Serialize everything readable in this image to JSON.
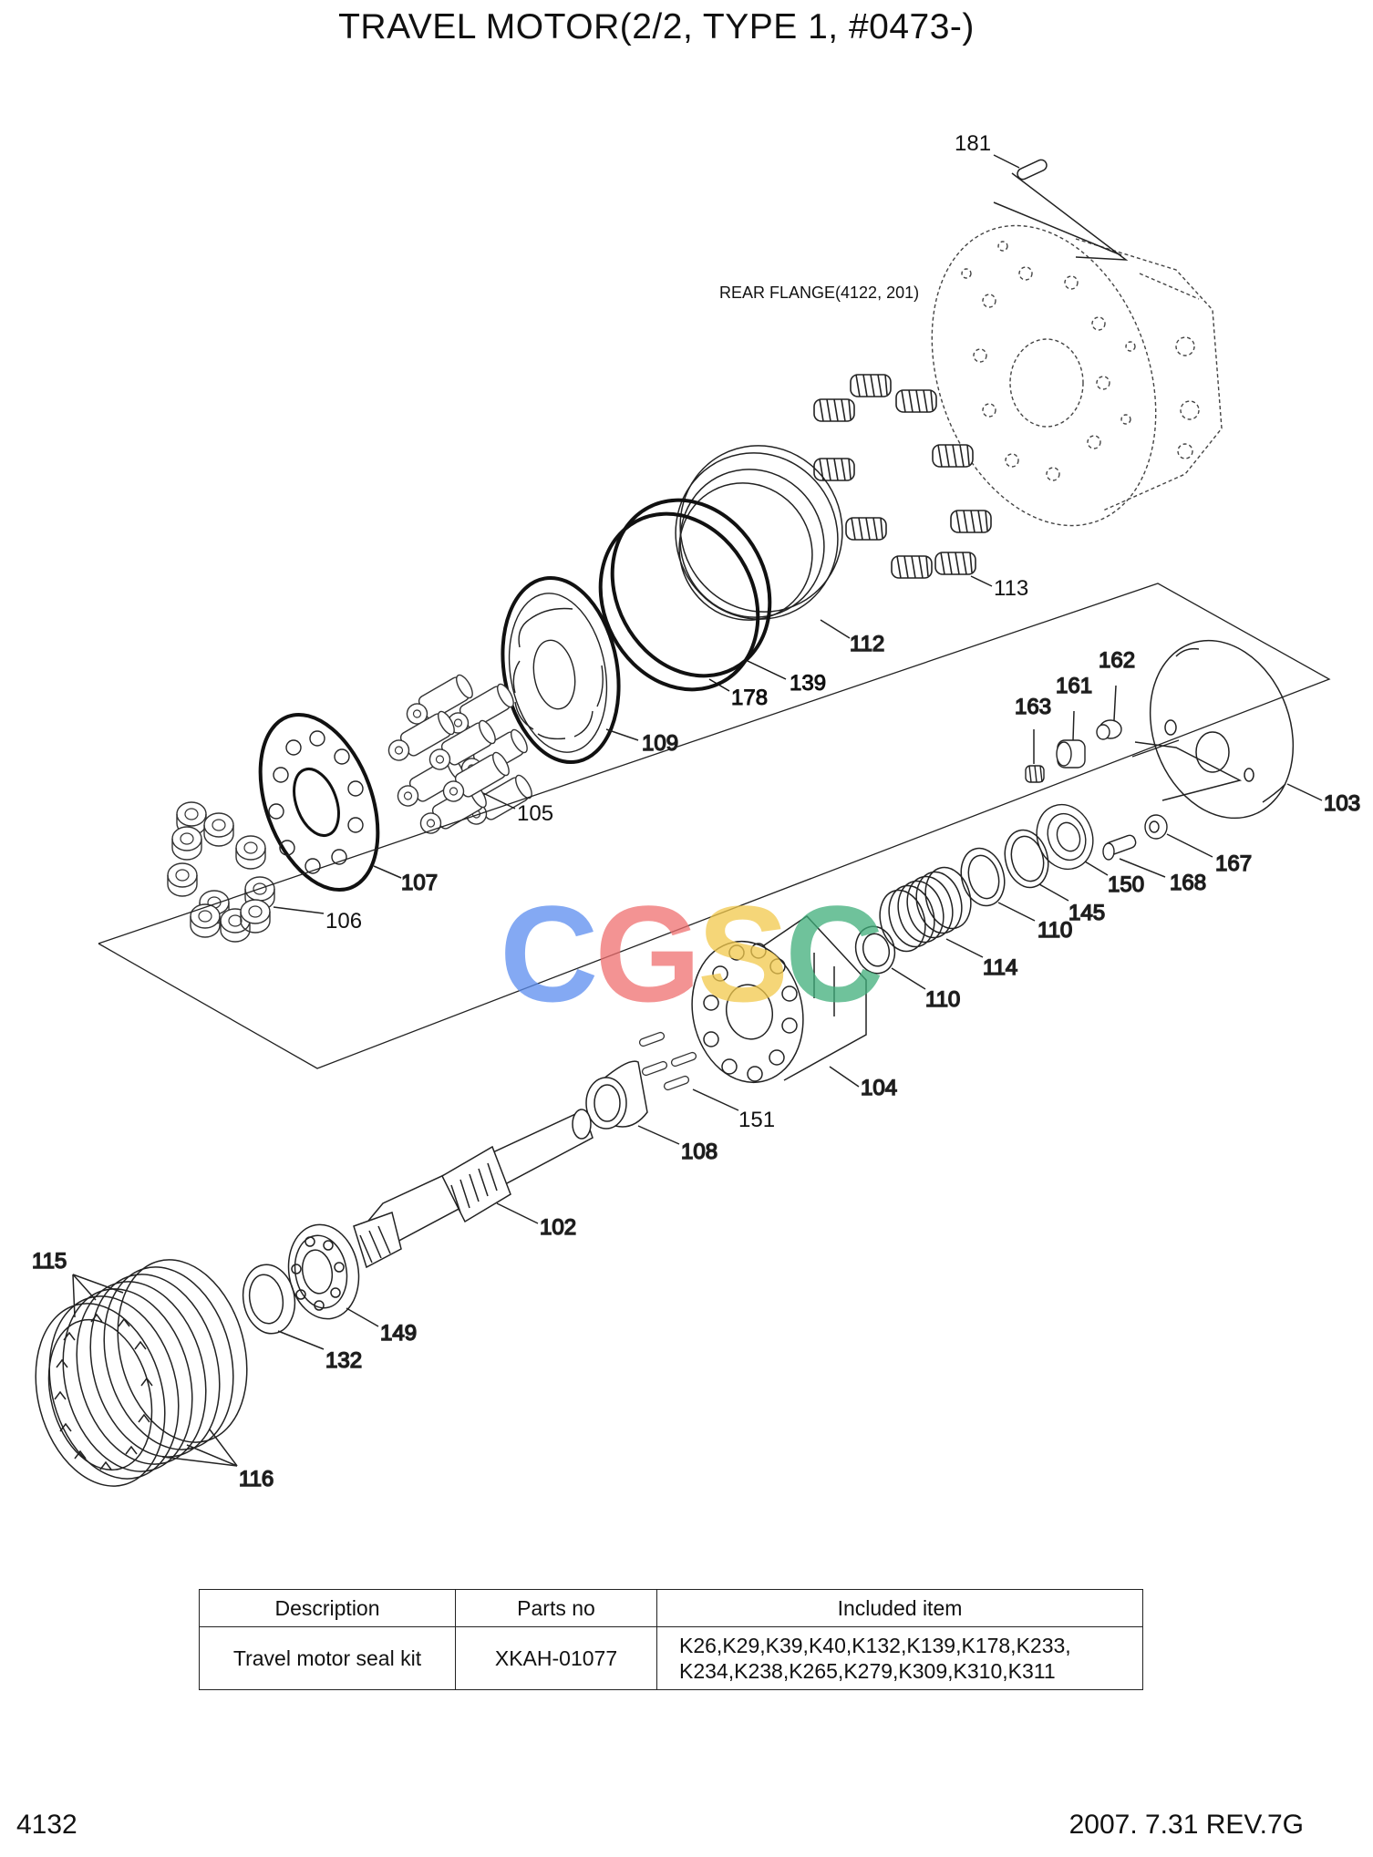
{
  "title": "TRAVEL MOTOR(2/2, TYPE 1, #0473-)",
  "rear_flange_label": "REAR FLANGE(4122, 201)",
  "watermark": {
    "letters": [
      "C",
      "G",
      "S",
      "C"
    ],
    "colors": [
      "#5b8def",
      "#ef6f6f",
      "#f2c94c",
      "#3fae7a"
    ]
  },
  "part_numbers": {
    "p181": "181",
    "p113": "113",
    "p112": "112",
    "p139": "139",
    "p178": "178",
    "p109": "109",
    "p105": "105",
    "p107": "107",
    "p106": "106",
    "p162": "162",
    "p161": "161",
    "p163": "163",
    "p103": "103",
    "p167": "167",
    "p168": "168",
    "p150": "150",
    "p145": "145",
    "p110a": "110",
    "p114": "114",
    "p110b": "110",
    "p104": "104",
    "p151": "151",
    "p108": "108",
    "p102": "102",
    "p115": "115",
    "p149": "149",
    "p132": "132",
    "p116": "116"
  },
  "kit_table": {
    "headers": [
      "Description",
      "Parts no",
      "Included item"
    ],
    "rows": [
      {
        "description": "Travel motor seal kit",
        "parts_no": "XKAH-01077",
        "included_line1": "K26,K29,K39,K40,K132,K139,K178,K233,",
        "included_line2": "K234,K238,K265,K279,K309,K310,K311"
      }
    ]
  },
  "footer": {
    "page": "4132",
    "date_rev": "2007. 7.31  REV.7G"
  }
}
